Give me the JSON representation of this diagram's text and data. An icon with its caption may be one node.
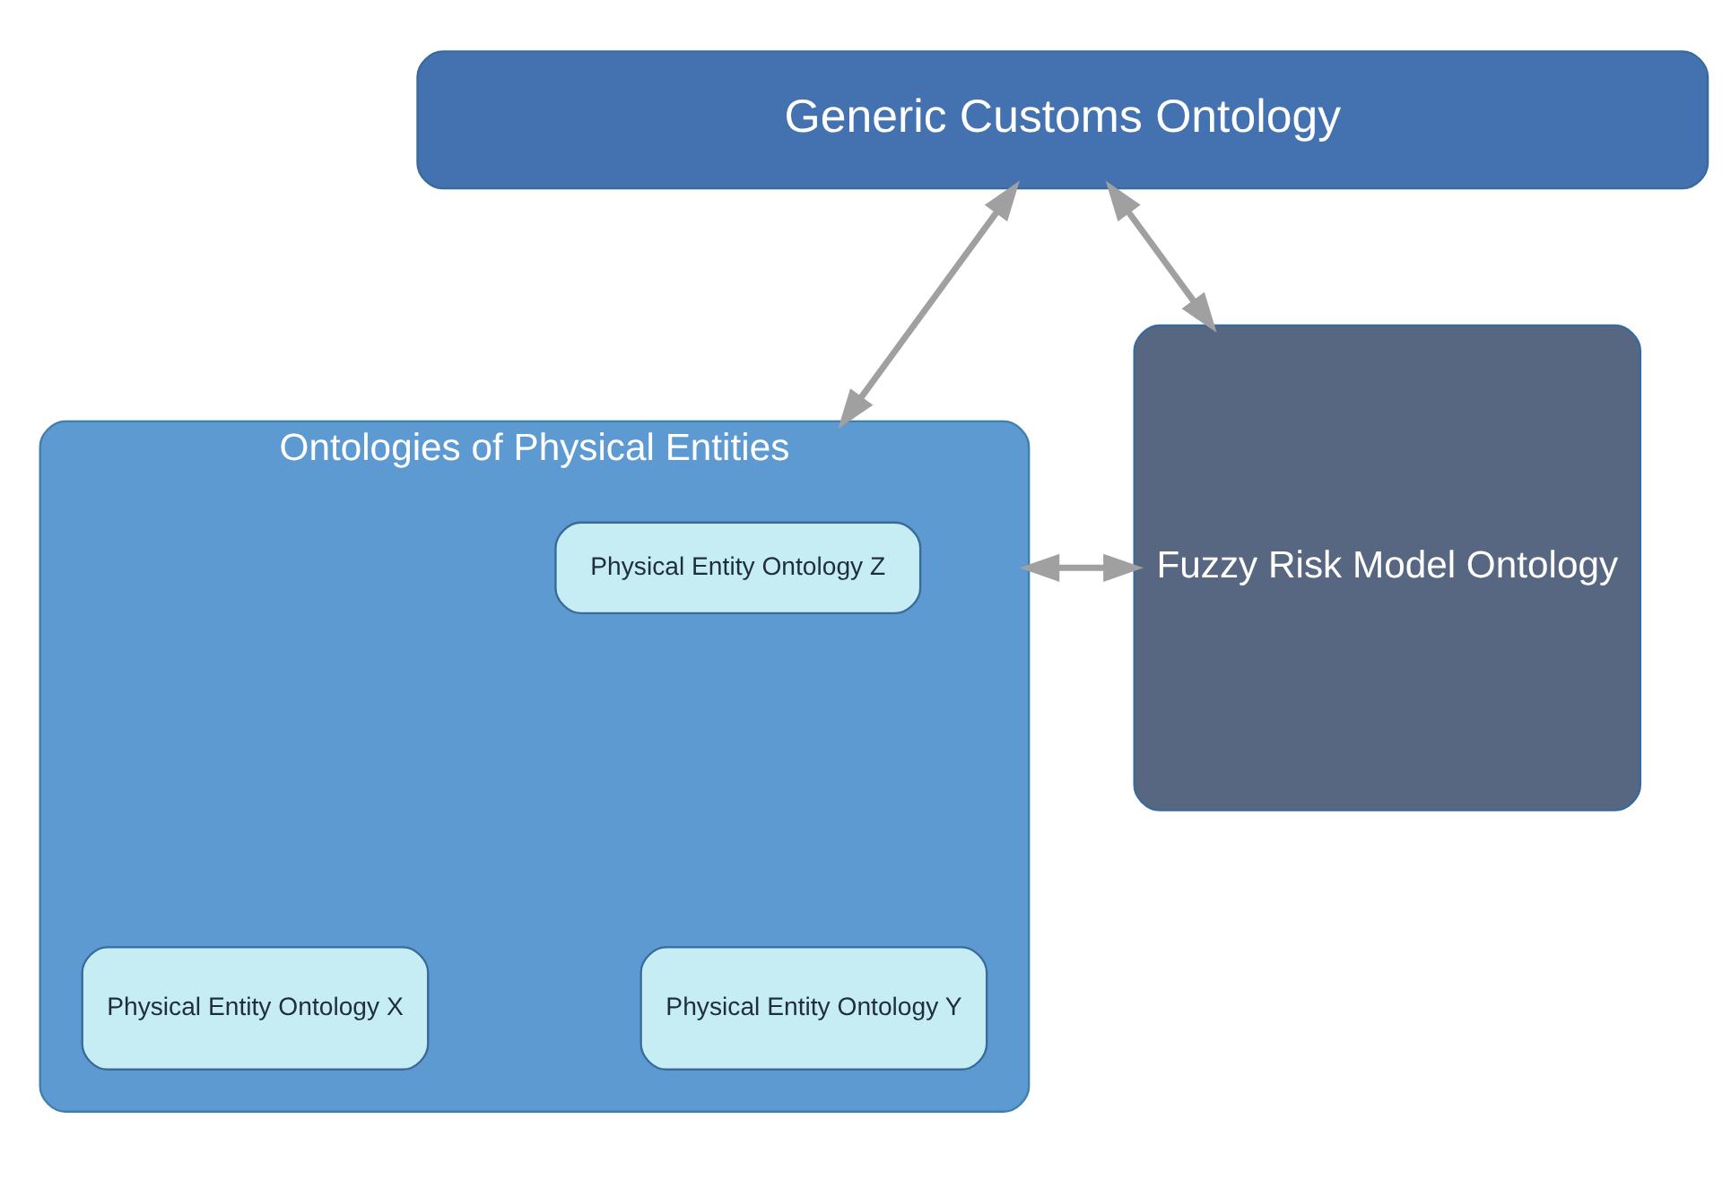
{
  "diagram": {
    "nodes": [
      {
        "text": [
          "Generic Customs Ontology"
        ]
      },
      {
        "text": [
          "Ontologies of Physical Entities"
        ]
      },
      {
        "text": [
          "Physical Entity Ontology Z"
        ],
        "in": 1
      },
      {
        "text": [
          "Physical Entity Ontology X"
        ],
        "in": 1
      },
      {
        "text": [
          "Physical Entity Ontology Y"
        ],
        "in": 1
      },
      {
        "text": [
          "Fuzzy Risk Model Ontology"
        ]
      }
    ],
    "edges": [
      {
        "from": 0,
        "to": 1,
        "arrow": "both"
      },
      {
        "from": 0,
        "to": 5,
        "arrow": "both"
      },
      {
        "from": 1,
        "to": 5,
        "arrow": "both"
      }
    ]
  }
}
